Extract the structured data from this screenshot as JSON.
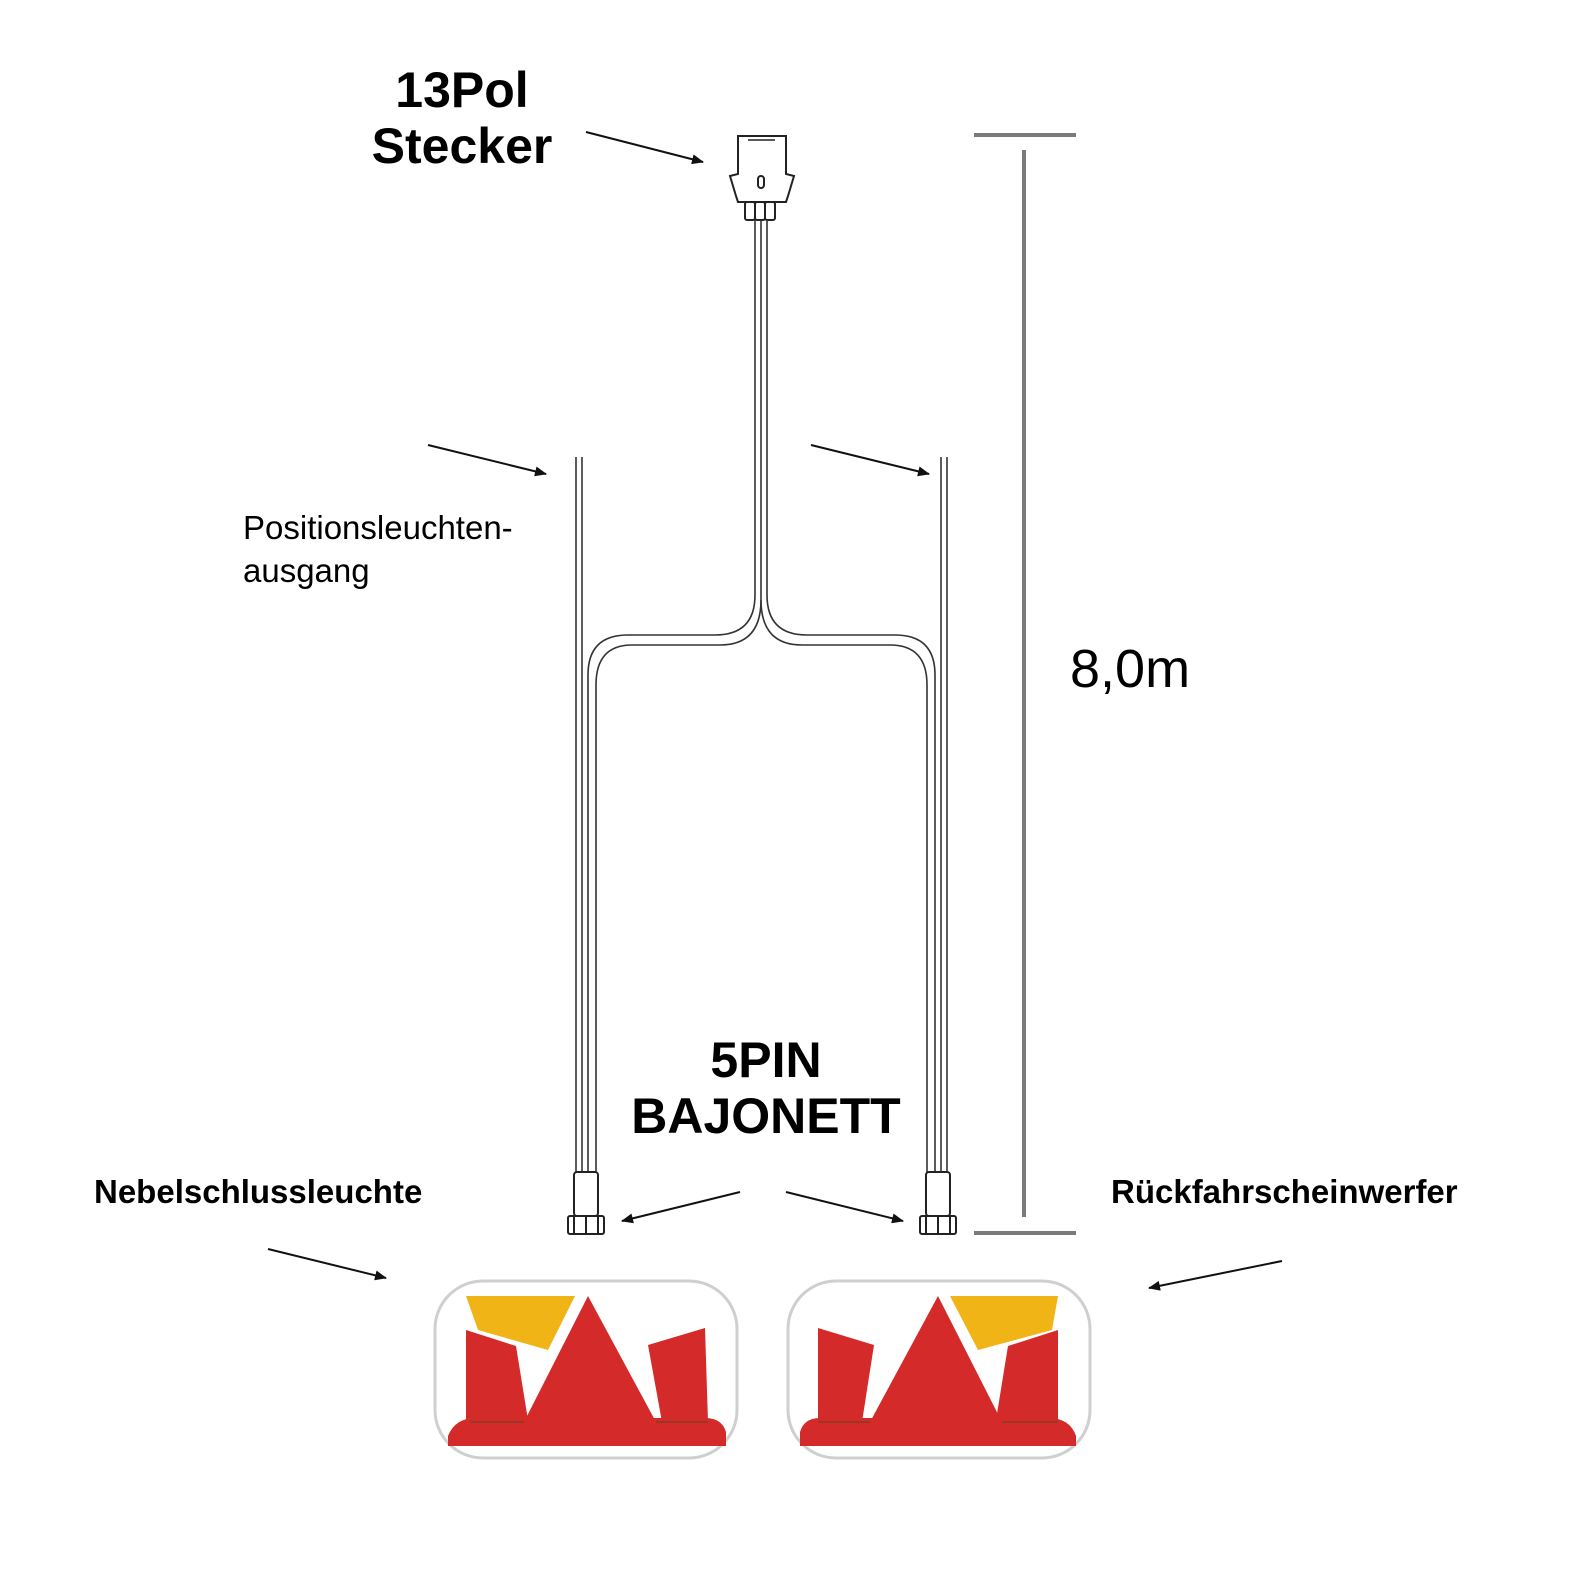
{
  "connector": {
    "line1": "13Pol",
    "line2": "Stecker"
  },
  "output_label": {
    "line1": "Positionsleuchten-",
    "line2": "ausgang"
  },
  "length": "8,0m",
  "bayonet": {
    "line1": "5PIN",
    "line2": "BAJONETT"
  },
  "lamp_left": "Nebelschlussleuchte",
  "lamp_right": "Rückfahrscheinwerfer",
  "colors": {
    "lamp_red": "#d42a2a",
    "lamp_amber": "#f0b416",
    "dimension_line": "#7a7a7a",
    "cable": "#333333"
  }
}
